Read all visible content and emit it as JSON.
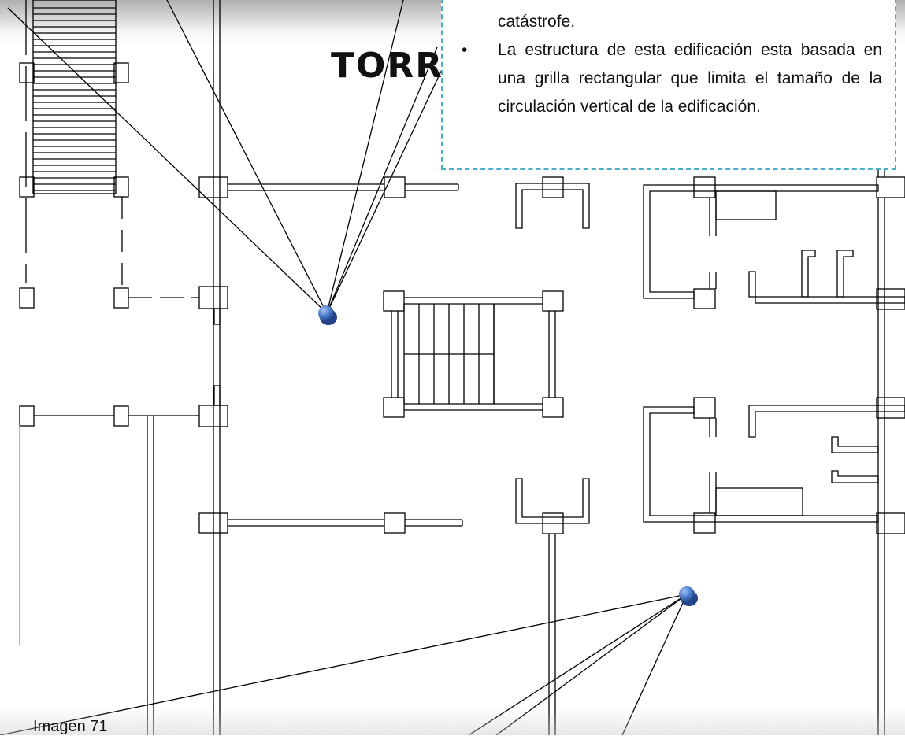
{
  "plan": {
    "title": "TORRE"
  },
  "note": {
    "lead_fragment": "catástrofe.",
    "bullets": [
      "La estructura de esta edificación esta basada en una grilla rectangular que limita el tamaño de la circulación vertical de la edificación."
    ]
  },
  "caption": "Imagen 71",
  "colors": {
    "note_border": "#4aaec8",
    "pin": "#4a78c8",
    "lines": "#000000"
  }
}
